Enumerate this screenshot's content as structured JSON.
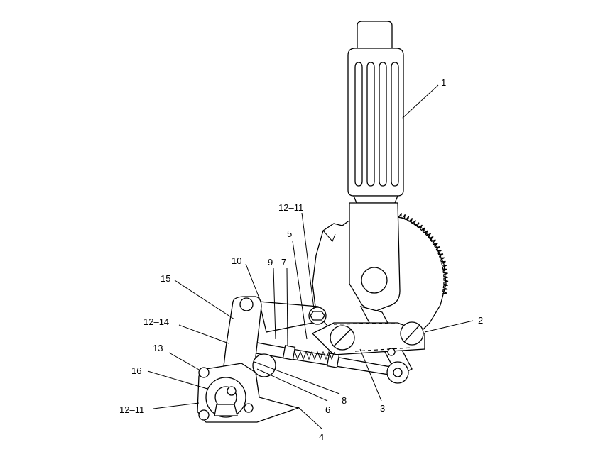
{
  "diagram": {
    "callouts": [
      {
        "id": "c1",
        "label": "1"
      },
      {
        "id": "c2",
        "label": "2"
      },
      {
        "id": "c3",
        "label": "3"
      },
      {
        "id": "c4",
        "label": "4"
      },
      {
        "id": "c5",
        "label": "5"
      },
      {
        "id": "c6",
        "label": "6"
      },
      {
        "id": "c7",
        "label": "7"
      },
      {
        "id": "c8",
        "label": "8"
      },
      {
        "id": "c9",
        "label": "9"
      },
      {
        "id": "c10",
        "label": "10"
      },
      {
        "id": "c12-11-top",
        "label": "12–11"
      },
      {
        "id": "c12-14",
        "label": "12–14"
      },
      {
        "id": "c13",
        "label": "13"
      },
      {
        "id": "c15",
        "label": "15"
      },
      {
        "id": "c16",
        "label": "16"
      },
      {
        "id": "c12-11-bottom",
        "label": "12–11"
      }
    ]
  }
}
